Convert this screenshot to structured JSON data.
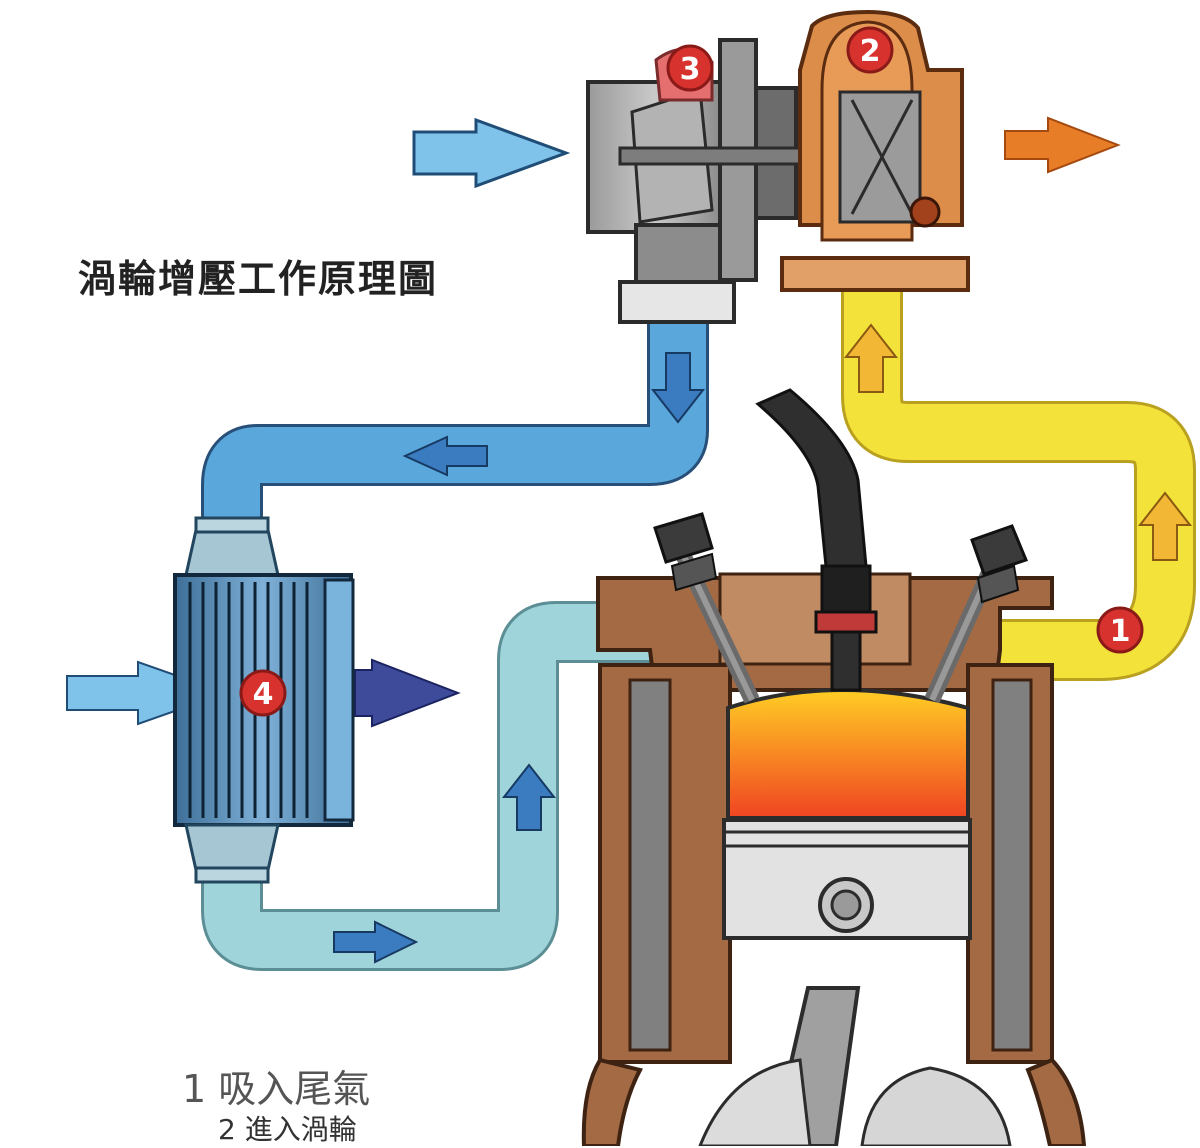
{
  "title": "渦輪增壓工作原理圖",
  "badges": [
    "1",
    "2",
    "3",
    "4"
  ],
  "legend": [
    {
      "num": "1",
      "text": "吸入尾氣"
    },
    {
      "num": "2",
      "text": "進入渦輪"
    }
  ],
  "colors": {
    "cold_air": "#5aa7dc",
    "cooled_air": "#9fd5da",
    "exhaust": "#f3e23a",
    "exhaust_out": "#e87d27",
    "combustion": "#f5572a",
    "cylinder_block": "#a36a44",
    "badge": "#d8322f"
  }
}
